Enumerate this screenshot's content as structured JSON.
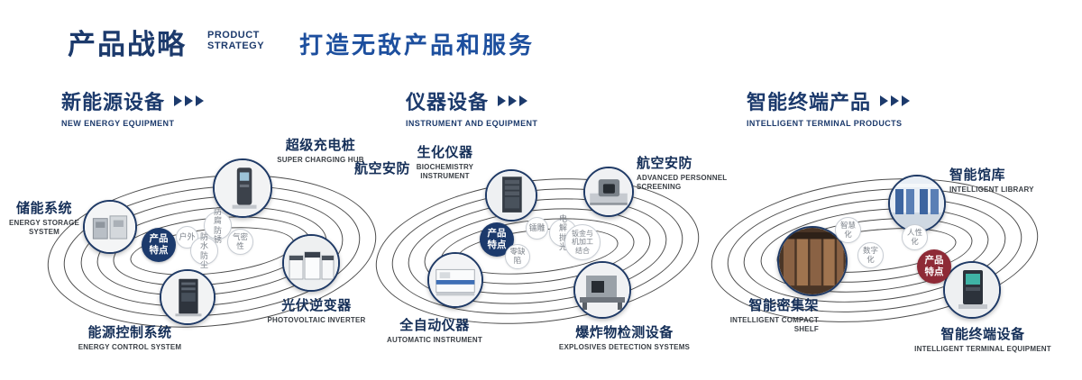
{
  "header": {
    "title_cn": "产品战略",
    "title_en_line1": "PRODUCT",
    "title_en_line2": "STRATEGY",
    "tagline": "打造无敌产品和服务"
  },
  "colors": {
    "navy": "#1c3a6c",
    "blue": "#1d4f9e",
    "badge_red": "#8e2a36",
    "ring_line": "#4d4d4d"
  },
  "sections": [
    {
      "title_cn": "新能源设备",
      "title_en": "NEW ENERGY EQUIPMENT",
      "badge": "产品特点",
      "tags": [
        "户外",
        "防腐防锈",
        "气密性",
        "防水防尘"
      ],
      "nodes": [
        {
          "cn": "储能系统",
          "en": "ENERGY STORAGE SYSTEM"
        },
        {
          "cn": "超级充电桩",
          "en": "SUPER CHARGING HUB"
        },
        {
          "cn": "光伏逆变器",
          "en": "PHOTOVOLTAIC INVERTER"
        },
        {
          "cn": "能源控制系统",
          "en": "ENERGY CONTROL SYSTEM"
        }
      ]
    },
    {
      "title_cn": "仪器设备",
      "title_en": "INSTRUMENT AND EQUIPMENT",
      "badge": "产品特点",
      "side_label": "航空安防",
      "tags": [
        "镭雕",
        "电解抛光",
        "零缺陷",
        "钣金与机加工结合"
      ],
      "nodes": [
        {
          "cn": "生化仪器",
          "en": "BIOCHEMISTRY INSTRUMENT"
        },
        {
          "cn": "航空安防",
          "en": "ADVANCED PERSONNEL SCREENING"
        },
        {
          "cn": "全自动仪器",
          "en": "AUTOMATIC INSTRUMENT"
        },
        {
          "cn": "爆炸物检测设备",
          "en": "EXPLOSIVES DETECTION SYSTEMS"
        }
      ]
    },
    {
      "title_cn": "智能终端产品",
      "title_en": "INTELLIGENT TERMINAL PRODUCTS",
      "badge": "产品特点",
      "tags": [
        "智慧化",
        "人性化",
        "数字化"
      ],
      "nodes": [
        {
          "cn": "智能馆库",
          "en": "INTELLIGENT LIBRARY"
        },
        {
          "cn": "智能密集架",
          "en": "INTELLIGENT COMPACT SHELF"
        },
        {
          "cn": "智能终端设备",
          "en": "INTELLIGENT TERMINAL EQUIPMENT"
        }
      ]
    }
  ]
}
